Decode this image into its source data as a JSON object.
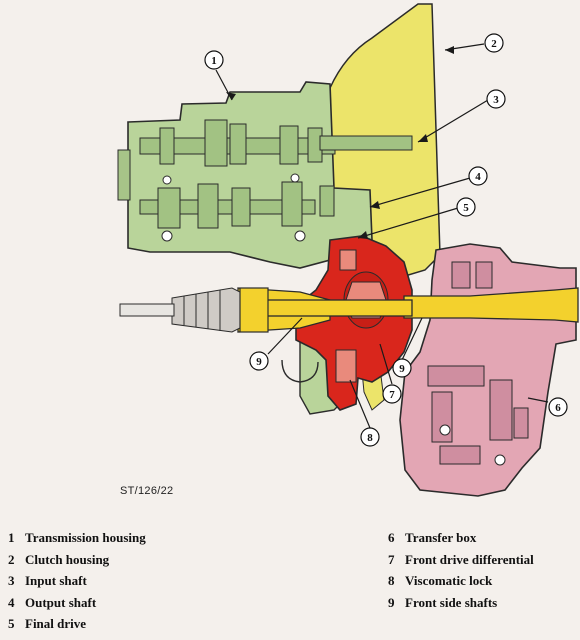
{
  "diagram": {
    "reference_code": "ST/126/22",
    "callouts": [
      "1",
      "2",
      "3",
      "4",
      "5",
      "6",
      "7",
      "8",
      "9",
      "9"
    ],
    "colors": {
      "transmission_housing": "#b9d49a",
      "clutch_housing": "#ece46a",
      "transfer_box": "#e3a6b4",
      "final_drive": "#d9261c",
      "shafts": "#f3d12d",
      "outline": "#2b2b2b",
      "background": "#f4f0ec"
    }
  },
  "legend": {
    "left": [
      {
        "num": "1",
        "label": "Transmission housing"
      },
      {
        "num": "2",
        "label": "Clutch housing"
      },
      {
        "num": "3",
        "label": "Input shaft"
      },
      {
        "num": "4",
        "label": "Output shaft"
      },
      {
        "num": "5",
        "label": "Final drive"
      }
    ],
    "right": [
      {
        "num": "6",
        "label": "Transfer box"
      },
      {
        "num": "7",
        "label": "Front drive differential"
      },
      {
        "num": "8",
        "label": "Viscomatic lock"
      },
      {
        "num": "9",
        "label": "Front side shafts"
      }
    ]
  }
}
